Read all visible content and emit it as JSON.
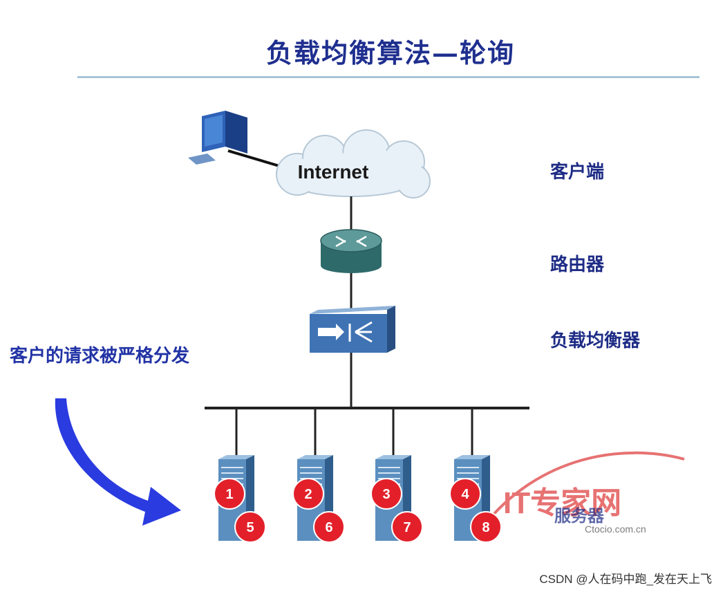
{
  "title": "负载均衡算法—轮询",
  "labels": {
    "client": "客户端",
    "router": "路由器",
    "load_balancer": "负载均衡器",
    "request_note": "客户的请求被严格分发",
    "server": "服务器"
  },
  "cloud_text": "Internet",
  "servers": [
    {
      "first": "1",
      "second": "5"
    },
    {
      "first": "2",
      "second": "6"
    },
    {
      "first": "3",
      "second": "7"
    },
    {
      "first": "4",
      "second": "8"
    }
  ],
  "logo": {
    "text": "IT专家网",
    "domain": "Ctocio.com.cn"
  },
  "watermark": "CSDN @人在码中跑_发在天上飞",
  "colors": {
    "title": "#1f2f8f",
    "arrow": "#2a3be0",
    "badge": "#e3202a",
    "server": "#5b8fbf"
  }
}
